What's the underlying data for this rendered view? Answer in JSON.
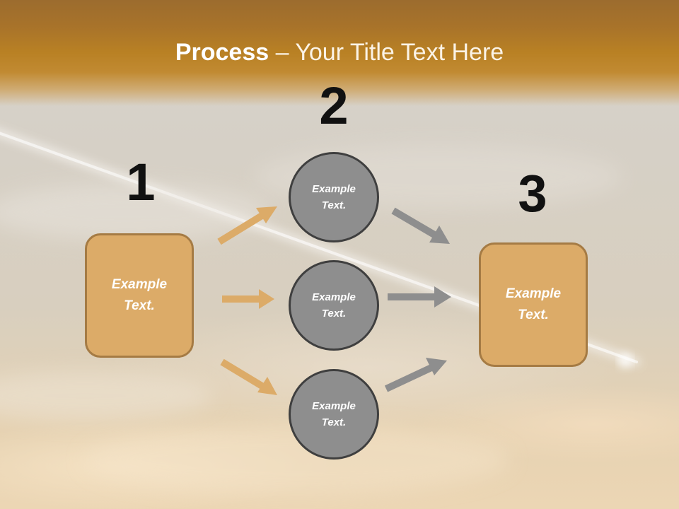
{
  "slide": {
    "title_bold": "Process",
    "title_rest": " – Your Title Text Here"
  },
  "steps": {
    "step1": {
      "number": "1",
      "text": "Example Text."
    },
    "step2": {
      "number": "2",
      "items": [
        {
          "text": "Example Text."
        },
        {
          "text": "Example Text."
        },
        {
          "text": "Example Text."
        }
      ]
    },
    "step3": {
      "number": "3",
      "text": "Example Text."
    }
  },
  "colors": {
    "header": "#b98124",
    "box_fill": "#dcab68",
    "box_border": "#a57b44",
    "circle_fill": "#8e8e8e",
    "circle_border": "#3f3f3f",
    "arrow_in": "#dcab68",
    "arrow_out": "#8e8e8e"
  }
}
